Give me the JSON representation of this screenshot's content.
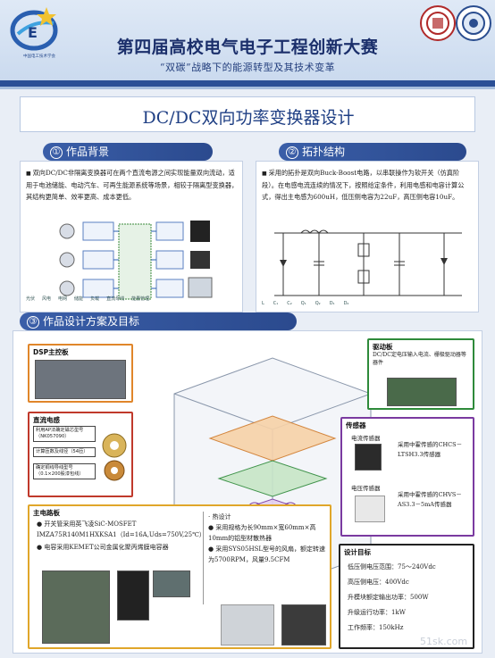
{
  "header": {
    "main_title": "第四届高校电气电子工程创新大赛",
    "subtitle": "“双碳”战略下的能源转型及其技术变革",
    "logo_caption": "中国电工技术学会"
  },
  "project_title": "DC/DC双向功率变换器设计",
  "sections": {
    "background": {
      "num": "①",
      "title": "作品背景",
      "text": "双向DC/DC非隔离变换器可在两个直流电源之间实现能量双向流动，适用于电池储能、电动汽车、可再生能源系统等场景，相较于隔离型变换器，其结构更简单、效率更高、成本更低。",
      "diagram_labels": [
        "光伏",
        "风电",
        "电网",
        "储能",
        "负载",
        "直流母线",
        "能量管理"
      ]
    },
    "topology": {
      "num": "②",
      "title": "拓扑结构",
      "text": "采用的拓扑是双向Buck-Boost电路，以串联操作为软开关（仿真阶段）。在电感电流连续的情况下，按照给定条件，利用电感和电容计算公式，得出主电感为600uH，低压侧电容为22uF，高压侧电容10uF。",
      "circuit_labels": [
        "L",
        "C₁",
        "C₂",
        "Q₁",
        "Q₂",
        "D₁",
        "D₂"
      ]
    },
    "design": {
      "num": "③",
      "title": "作品设计方案及目标"
    }
  },
  "cards": {
    "dsp": {
      "title": "DSP主控板"
    },
    "drive": {
      "title": "驱动板",
      "text": "DC/DC定电压输入电流、栅极驱动器等器件"
    },
    "sensing": {
      "title": "直流电感",
      "boxes": [
        "利用AP法确定磁芯型号（NK057090）",
        "计算匝数及线径（54匝）",
        "确定铜线导线型号（0.1×200股漆包线）"
      ]
    },
    "sensors": {
      "title": "传感器",
      "current_label": "电流传感器",
      "current_text": "采用中霍传感的CHCS－LTSH3.3传感器",
      "voltage_label": "电压传感器",
      "voltage_text": "采用中霍传感的CHVS－AS3.3－5mA传感器"
    },
    "main_board": {
      "title": "主电路板",
      "items": [
        "开关管采用英飞凌SiC-MOSFET IMZA75R140M1HXKSA1（Id=16A,Uds=750V,25℃）",
        "电容采用KEMET公司金属化聚丙烯膜电容器"
      ],
      "heat_title": "热设计",
      "heat_items": [
        "采用规格为长90mm×宽60mm×高10mm的铝型材散热器",
        "采用SYS05HSL型号的风扇，额定转速为5700RPM，风量9.5CFM"
      ]
    },
    "targets": {
      "title": "设计目标",
      "items": [
        "低压侧电压范围：75～240Vdc",
        "高压侧电压：400Vdc",
        "升模块额定输出功率：500W",
        "升级运行功率：1kW",
        "工作频率：150kHz"
      ]
    }
  },
  "watermark": "51sk.com",
  "colors": {
    "header_band": "#2b4f96",
    "section_head": "#3a5ea8",
    "card_dsp": "#e0862a",
    "card_drive": "#2e8a3a",
    "card_sensing": "#c0392b",
    "card_sensors": "#7a3aa0",
    "card_main": "#e0a62a",
    "card_targets": "#222222"
  }
}
